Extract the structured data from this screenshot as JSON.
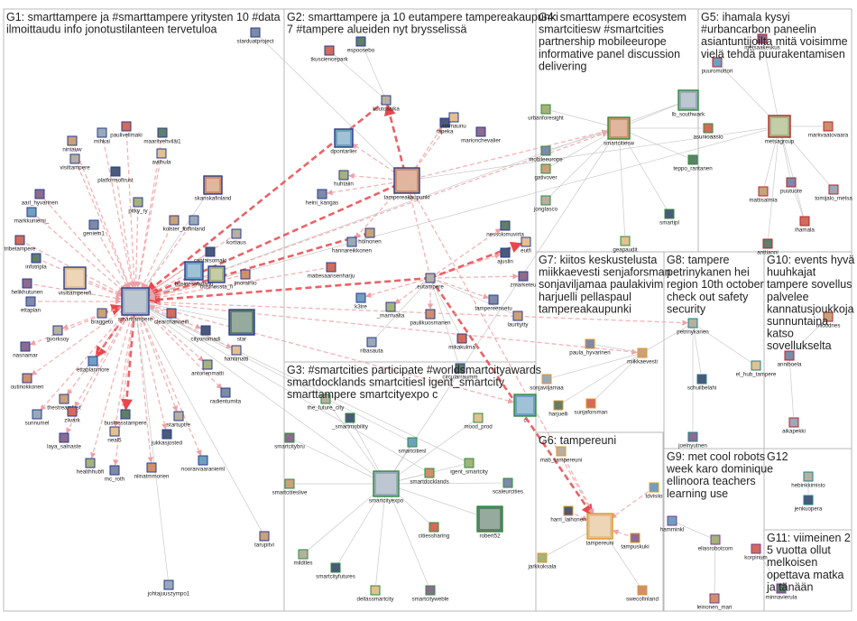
{
  "colors": {
    "background": "#ffffff",
    "group_border": "#b8b8b8",
    "edge_strong": "#e8474c",
    "edge_light": "#f0a0a4",
    "edge_gray": "#c4c4c4",
    "node_frame_blue": "#2a3a8f",
    "node_frame_green": "#2e8b3a",
    "node_frame_red": "#b0262d",
    "node_frame_orange": "#e0962a",
    "node_frame_purple": "#7a3a9a",
    "node_frame_teal": "#1f7f8a"
  },
  "groups": [
    {
      "id": "G1",
      "title_lines": [
        "G1: smarttampere ja #smarttampere yritysten 10 #data",
        "ilmoittaudu info jonotustilanteen tervetuloa"
      ]
    },
    {
      "id": "G2",
      "title_lines": [
        "G2: smarttampere ja 10 eutampere tampereakaupunki",
        "7 #tampere alueiden nyt brysselissä"
      ]
    },
    {
      "id": "G3",
      "title_lines": [
        "G3: #smartcities participate #worldsmartcityawards",
        "smartdocklands smartcitiesl igent_smartcity",
        "smarttampere smartcityexpo c"
      ]
    },
    {
      "id": "G4",
      "title_lines": [
        "G4: smarttampere ecosystem",
        "smartcitiesw #smartcities",
        "partnership mobileeurope",
        "informative panel discussion",
        "delivering"
      ]
    },
    {
      "id": "G5",
      "title_lines": [
        "G5: ihamala kysyi",
        "#urbancarbon paneelin",
        "asiantuntijoilta mitä voisimme",
        "vielä tehdä puurakentamisen"
      ]
    },
    {
      "id": "G6",
      "title_lines": [
        "G6: tampereuni"
      ]
    },
    {
      "id": "G7",
      "title_lines": [
        "G7: kiitos keskustelusta",
        "miikkaevesti senjaforsman",
        "sonjaviljamaa paulakivim",
        "harjuelli pellaspaul",
        "tampereakaupunki"
      ]
    },
    {
      "id": "G8",
      "title_lines": [
        "G8: tampere",
        "petrinykanen hei",
        "region 10th october",
        "check out safety",
        "security"
      ]
    },
    {
      "id": "G9",
      "title_lines": [
        "G9: met cool robots",
        "week karo dominique",
        "ellinoora teachers",
        "learning use"
      ]
    },
    {
      "id": "G10",
      "title_lines": [
        "G10: events hyvä",
        "huuhkajat",
        "tampere sovellus",
        "palvelee",
        "kannatusjoukkoja",
        "sunnuntaina",
        "katso",
        "sovellukselta"
      ]
    },
    {
      "id": "G11",
      "title_lines": [
        "G11: viimeinen 2",
        "5 vuotta ollut",
        "melkoisen",
        "opettava matka",
        "ja tänään"
      ]
    },
    {
      "id": "G12",
      "title_lines": [
        "G12"
      ]
    }
  ],
  "nodes": [
    {
      "id": "n1",
      "label": "starduatproject",
      "group": "G1"
    },
    {
      "id": "n2",
      "label": "nintauw",
      "group": "G1"
    },
    {
      "id": "n3",
      "label": "mihkai",
      "group": "G1"
    },
    {
      "id": "n4",
      "label": "paulivellmaki",
      "group": "G1"
    },
    {
      "id": "n5",
      "label": "maaritvehviläi1",
      "group": "G1"
    },
    {
      "id": "n6",
      "label": "visittampere",
      "group": "G1"
    },
    {
      "id": "n7",
      "label": "platformoftrust",
      "group": "G1"
    },
    {
      "id": "n8",
      "label": "avilhula",
      "group": "G1"
    },
    {
      "id": "n9",
      "label": "aarl_hyvarinen",
      "group": "G1"
    },
    {
      "id": "n10",
      "label": "markkuniemi_",
      "group": "G1"
    },
    {
      "id": "n11",
      "label": "pitky_ry",
      "group": "G1"
    },
    {
      "id": "n12",
      "label": "skanskafinland",
      "group": "G1"
    },
    {
      "id": "n13",
      "label": "geniem1",
      "group": "G1"
    },
    {
      "id": "n14",
      "label": "kolster_fi",
      "group": "G1"
    },
    {
      "id": "n15",
      "label": "iotfinland",
      "group": "G1"
    },
    {
      "id": "n16",
      "label": "tribetampere",
      "group": "G1"
    },
    {
      "id": "n17",
      "label": "infotripla",
      "group": "G1"
    },
    {
      "id": "n18",
      "label": "kortiaus",
      "group": "G1"
    },
    {
      "id": "n19",
      "label": "cantatsomaki",
      "group": "G1"
    },
    {
      "id": "n20",
      "label": "visittamperefi",
      "group": "G1"
    },
    {
      "id": "n21",
      "label": "helikhutunen",
      "group": "G1"
    },
    {
      "id": "n22",
      "label": "businessfinland",
      "group": "G1"
    },
    {
      "id": "n23",
      "label": "businessta_fi",
      "group": "G1"
    },
    {
      "id": "n24",
      "label": "jmorainio",
      "group": "G1"
    },
    {
      "id": "n25",
      "label": "ettaplan",
      "group": "G1"
    },
    {
      "id": "n26",
      "label": "braggeto",
      "group": "G1"
    },
    {
      "id": "n27",
      "label": "smarttampere",
      "group": "G1"
    },
    {
      "id": "n28",
      "label": "clearchanneifi",
      "group": "G1"
    },
    {
      "id": "n29",
      "label": "star",
      "group": "G1"
    },
    {
      "id": "n30",
      "label": "gvorksoy",
      "group": "G1"
    },
    {
      "id": "n31",
      "label": "cityonomadi",
      "group": "G1"
    },
    {
      "id": "n32",
      "label": "hantimatti",
      "group": "G1"
    },
    {
      "id": "n33",
      "label": "nasnamar",
      "group": "G1"
    },
    {
      "id": "n34",
      "label": "ettaplanmore",
      "group": "G1"
    },
    {
      "id": "n35",
      "label": "antonenmatti",
      "group": "G1"
    },
    {
      "id": "n36",
      "label": "outinokkonen",
      "group": "G1"
    },
    {
      "id": "n37",
      "label": "radientumita",
      "group": "G1"
    },
    {
      "id": "n38",
      "label": "thestreamfest",
      "group": "G1"
    },
    {
      "id": "n39",
      "label": "sunnumel",
      "group": "G1"
    },
    {
      "id": "n40",
      "label": "ziivark",
      "group": "G1"
    },
    {
      "id": "n41",
      "label": "businesstampere",
      "group": "G1"
    },
    {
      "id": "n42",
      "label": "startuptre",
      "group": "G1"
    },
    {
      "id": "n43",
      "label": "jukkasjosted",
      "group": "G1"
    },
    {
      "id": "n44",
      "label": "neal5",
      "group": "G1"
    },
    {
      "id": "n45",
      "label": "laya_salnaste",
      "group": "G1"
    },
    {
      "id": "n46",
      "label": "noorarvaaranieml",
      "group": "G1"
    },
    {
      "id": "n47",
      "label": "healthhubfi",
      "group": "G1"
    },
    {
      "id": "n48",
      "label": "niinatmmonen",
      "group": "G1"
    },
    {
      "id": "n49",
      "label": "mc_roth",
      "group": "G1"
    },
    {
      "id": "n50",
      "label": "tarupitvi",
      "group": "G1"
    },
    {
      "id": "n51",
      "label": "johtajuuszympo1",
      "group": "G1"
    },
    {
      "id": "n60",
      "label": "tkusciencepark",
      "group": "G2"
    },
    {
      "id": "n61",
      "label": "espoosebo",
      "group": "G2"
    },
    {
      "id": "n62",
      "label": "kuutosaika",
      "group": "G2"
    },
    {
      "id": "n63",
      "label": "rapeka",
      "group": "G2"
    },
    {
      "id": "n64",
      "label": "ammaunu",
      "group": "G2"
    },
    {
      "id": "n65",
      "label": "marionchevalier",
      "group": "G2"
    },
    {
      "id": "n66",
      "label": "dpontarlier",
      "group": "G2"
    },
    {
      "id": "n67",
      "label": "huhtaiin",
      "group": "G2"
    },
    {
      "id": "n68",
      "label": "tampereakaupunki",
      "group": "G2"
    },
    {
      "id": "n69",
      "label": "heini_kangas",
      "group": "G2"
    },
    {
      "id": "n70",
      "label": "holnonen",
      "group": "G2"
    },
    {
      "id": "n71",
      "label": "hannareikkonen",
      "group": "G2"
    },
    {
      "id": "n72",
      "label": "mattesaarisenharju",
      "group": "G2"
    },
    {
      "id": "n73",
      "label": "nessolomuvirta",
      "group": "G2"
    },
    {
      "id": "n74",
      "label": "eutampere",
      "group": "G2"
    },
    {
      "id": "n75",
      "label": "ajuslin",
      "group": "G2"
    },
    {
      "id": "n76",
      "label": "eutfi",
      "group": "G2"
    },
    {
      "id": "n77",
      "label": "zmarketeu",
      "group": "G2"
    },
    {
      "id": "n78",
      "label": "k3tre",
      "group": "G2"
    },
    {
      "id": "n79",
      "label": "_marrivalta",
      "group": "G2"
    },
    {
      "id": "n80",
      "label": "paulikuosmanen",
      "group": "G2"
    },
    {
      "id": "n81",
      "label": "tampereensetu",
      "group": "G2"
    },
    {
      "id": "n82",
      "label": "lauritytty",
      "group": "G2"
    },
    {
      "id": "n83",
      "label": "ribasauta",
      "group": "G2"
    },
    {
      "id": "n84",
      "label": "mikakulma",
      "group": "G2"
    },
    {
      "id": "n85",
      "label": "circularraumm",
      "group": "G2"
    },
    {
      "id": "n90",
      "label": "the_future_city",
      "group": "G3"
    },
    {
      "id": "n91",
      "label": "_smartmobility",
      "group": "G3"
    },
    {
      "id": "n92",
      "label": "mood_prod",
      "group": "G3"
    },
    {
      "id": "n93",
      "label": "smartcitybru",
      "group": "G3"
    },
    {
      "id": "n94",
      "label": "smartcitiesl",
      "group": "G3"
    },
    {
      "id": "n95",
      "label": "igent_smartcity",
      "group": "G3"
    },
    {
      "id": "n96",
      "label": "smartdocklands",
      "group": "G3"
    },
    {
      "id": "n97",
      "label": "scaleurcities",
      "group": "G3"
    },
    {
      "id": "n98",
      "label": "smartcitieslive",
      "group": "G3"
    },
    {
      "id": "n99",
      "label": "smartcityexpo",
      "group": "G3"
    },
    {
      "id": "n100",
      "label": "citiessharing",
      "group": "G3"
    },
    {
      "id": "n101",
      "label": "robert52",
      "group": "G3"
    },
    {
      "id": "n102",
      "label": "mildtles",
      "group": "G3"
    },
    {
      "id": "n103",
      "label": "smartcityfutures",
      "group": "G3"
    },
    {
      "id": "n104",
      "label": "dellassmartcity",
      "group": "G3"
    },
    {
      "id": "n105",
      "label": "smartcityweble",
      "group": "G3"
    },
    {
      "id": "n106",
      "label": "c",
      "group": "G3"
    },
    {
      "id": "n110",
      "label": "urbanforesight",
      "group": "G4"
    },
    {
      "id": "n111",
      "label": "smartcitiesw",
      "group": "G4"
    },
    {
      "id": "n112",
      "label": "mobileeurope",
      "group": "G4"
    },
    {
      "id": "n113",
      "label": "gativover",
      "group": "G4"
    },
    {
      "id": "n114",
      "label": "lb_southwark",
      "group": "G4"
    },
    {
      "id": "n115",
      "label": "asunioaasio",
      "group": "G4"
    },
    {
      "id": "n116",
      "label": "teppo_rantanen",
      "group": "G4"
    },
    {
      "id": "n117",
      "label": "jonglasco",
      "group": "G4"
    },
    {
      "id": "n118",
      "label": "smartipl",
      "group": "G4"
    },
    {
      "id": "n119",
      "label": "geapaudit",
      "group": "G4"
    },
    {
      "id": "n120",
      "label": "metsaakeskus",
      "group": "G5"
    },
    {
      "id": "n121",
      "label": "puuromottori",
      "group": "G5"
    },
    {
      "id": "n122",
      "label": "metsagroup",
      "group": "G5"
    },
    {
      "id": "n123",
      "label": "markvaatovaara",
      "group": "G5"
    },
    {
      "id": "n124",
      "label": "puutuote",
      "group": "G5"
    },
    {
      "id": "n125",
      "label": "mattisalmia",
      "group": "G5"
    },
    {
      "id": "n126",
      "label": "tomijalo_metsa",
      "group": "G5"
    },
    {
      "id": "n127",
      "label": "ihamala",
      "group": "G5"
    },
    {
      "id": "n128",
      "label": "anttianni",
      "group": "G5"
    },
    {
      "id": "n130",
      "label": "mab_tampereuni",
      "group": "G6"
    },
    {
      "id": "n131",
      "label": "harri_laihonen",
      "group": "G6"
    },
    {
      "id": "n132",
      "label": "tampereuni",
      "group": "G6"
    },
    {
      "id": "n133",
      "label": "tampuskuki",
      "group": "G6"
    },
    {
      "id": "n134",
      "label": "tdvisiio",
      "group": "G6"
    },
    {
      "id": "n135",
      "label": "jarkkoksala",
      "group": "G6"
    },
    {
      "id": "n136",
      "label": "swecofinland",
      "group": "G6"
    },
    {
      "id": "n140",
      "label": "paula_hyvarinen",
      "group": "G7"
    },
    {
      "id": "n141",
      "label": "miikkaevesti",
      "group": "G7"
    },
    {
      "id": "n142",
      "label": "sonjaviljamaa",
      "group": "G7"
    },
    {
      "id": "n143",
      "label": "sunjaforsman",
      "group": "G7"
    },
    {
      "id": "n144",
      "label": "harjuelli",
      "group": "G7"
    },
    {
      "id": "n150",
      "label": "petrinykanen",
      "group": "G8"
    },
    {
      "id": "n151",
      "label": "schuilbelahi",
      "group": "G8"
    },
    {
      "id": "n152",
      "label": "el_hub_tampere",
      "group": "G8"
    },
    {
      "id": "n153",
      "label": "joelnyutnen",
      "group": "G8"
    },
    {
      "id": "n160",
      "label": "hamminkl",
      "group": "G9"
    },
    {
      "id": "n161",
      "label": "eliasrobotcom",
      "group": "G9"
    },
    {
      "id": "n162",
      "label": "leinonen_mari",
      "group": "G9"
    },
    {
      "id": "n170",
      "label": "anniboela",
      "group": "G10"
    },
    {
      "id": "n171",
      "label": "mioodnes",
      "group": "G10"
    },
    {
      "id": "n172",
      "label": "aikapekki",
      "group": "G10"
    },
    {
      "id": "n180",
      "label": "korpinum",
      "group": "G11"
    },
    {
      "id": "n181",
      "label": "minnavierula",
      "group": "G11"
    },
    {
      "id": "n190",
      "label": "hebinkkimisto",
      "group": "G12"
    },
    {
      "id": "n191",
      "label": "jenkuopera",
      "group": "G12"
    }
  ]
}
